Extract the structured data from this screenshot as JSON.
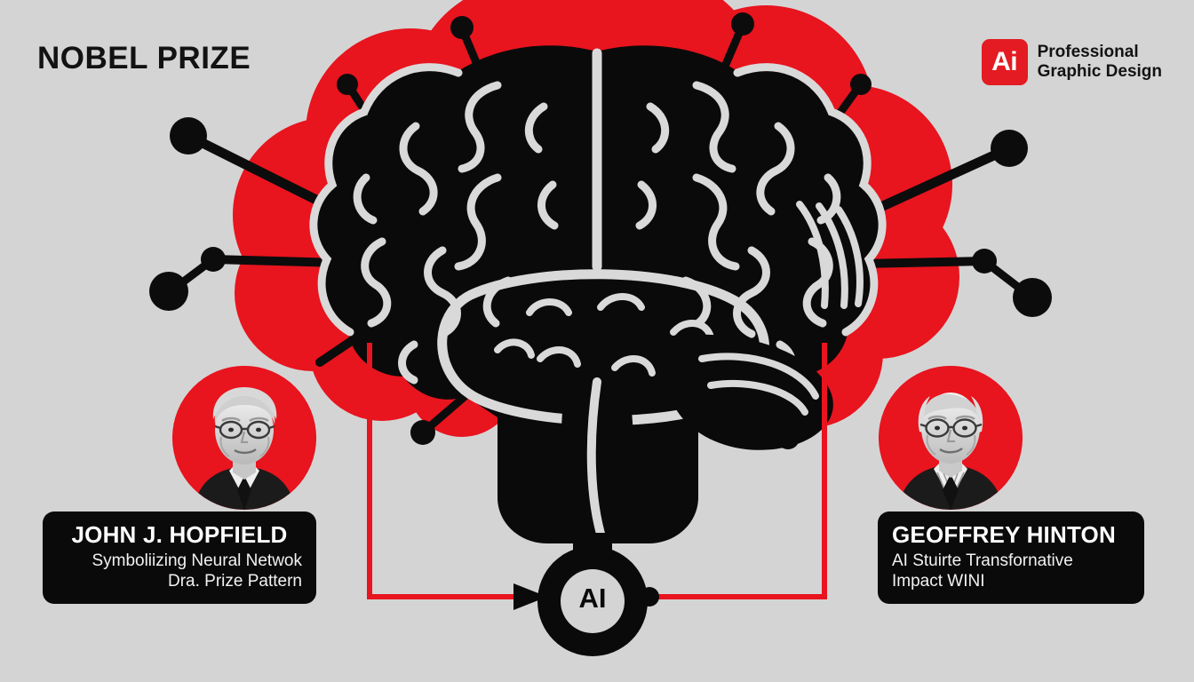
{
  "page": {
    "title": "NOBEL PRIZE",
    "background_color": "#d4d4d4",
    "accent_red": "#e8141e",
    "ink_black": "#0a0a0a"
  },
  "brand": {
    "badge_label": "Ai",
    "badge_color": "#e41b22",
    "line1": "Professional",
    "line2": "Graphic Design"
  },
  "laureates": [
    {
      "name": "JOHN J. HOPFIELD",
      "sub_line1": "Symboliizing Neural Netwok",
      "sub_line2": "Dra. Prize Pattern",
      "portrait_alt": "john-j-hopfield-portrait"
    },
    {
      "name": "GEOFFREY HINTON",
      "sub_line1": "AI Stuirte Transfornative",
      "sub_line2": "Impact WINI",
      "portrait_alt": "geoffrey-hinton-portrait"
    }
  ],
  "ai_node": {
    "label": "AI"
  }
}
